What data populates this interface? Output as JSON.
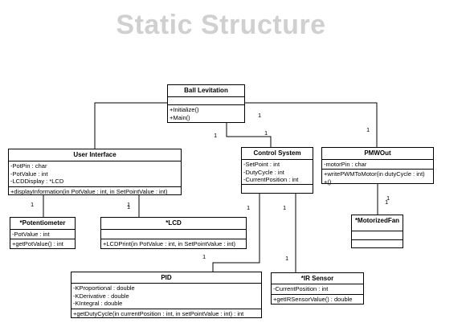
{
  "title": "Static Structure",
  "classes": {
    "ball": {
      "name": "Ball Levitation",
      "attributes": [],
      "operations": [
        "+Initialize()",
        "+Main()"
      ]
    },
    "ui": {
      "name": "User Interface",
      "attributes": [
        "-PotPin : char",
        "-PotValue : int",
        "-LCDDisplay : *LCD"
      ],
      "operations": [
        "+displayInformation(in PotValue : int, in SetPointValue : int)"
      ]
    },
    "control": {
      "name": "Control System",
      "attributes": [
        "-SetPoint : int",
        "-DutyCycle : int",
        "-CurrentPosition : int"
      ],
      "operations": []
    },
    "pwm": {
      "name": "PMWOut",
      "attributes": [
        "-motorPin : char"
      ],
      "operations": [
        "+writePWMToMotor(in dutyCycle : int)",
        "+()"
      ]
    },
    "pot": {
      "name": "*Potentiometer",
      "attributes": [
        "-PotValue : int"
      ],
      "operations": [
        "+getPotValue() : int"
      ]
    },
    "lcd": {
      "name": "*LCD",
      "attributes": [],
      "operations": [
        "+LCDPrint(in PotValue : int, in SetPointValue : int)"
      ]
    },
    "fan": {
      "name": "*MotorizedFan",
      "attributes": [],
      "operations": []
    },
    "pid": {
      "name": "PID",
      "attributes": [
        "-KProportional : double",
        "-KDerivative : double",
        "-KIntegral : double"
      ],
      "operations": [
        "+getDutyCycle(in currentPosition : int, in setPointValue : int) : int"
      ]
    },
    "ir": {
      "name": "*IR Sensor",
      "attributes": [
        "-CurrentPosition : int"
      ],
      "operations": [
        "+getIRSensorValue() : double"
      ]
    }
  },
  "multiplicities": {
    "ball_right": "1",
    "ball_ctrl": "1",
    "ctrl_top": "1",
    "pwm_top": "1",
    "ui_pot": "1",
    "ui_lcd_a": "1",
    "ui_lcd_b": "1",
    "ctrl_pid": "1",
    "ctrl_ir": "1",
    "pid_top": "1",
    "ir_top": "1",
    "pwm_fan_a": "1",
    "pwm_fan_b": "1"
  }
}
